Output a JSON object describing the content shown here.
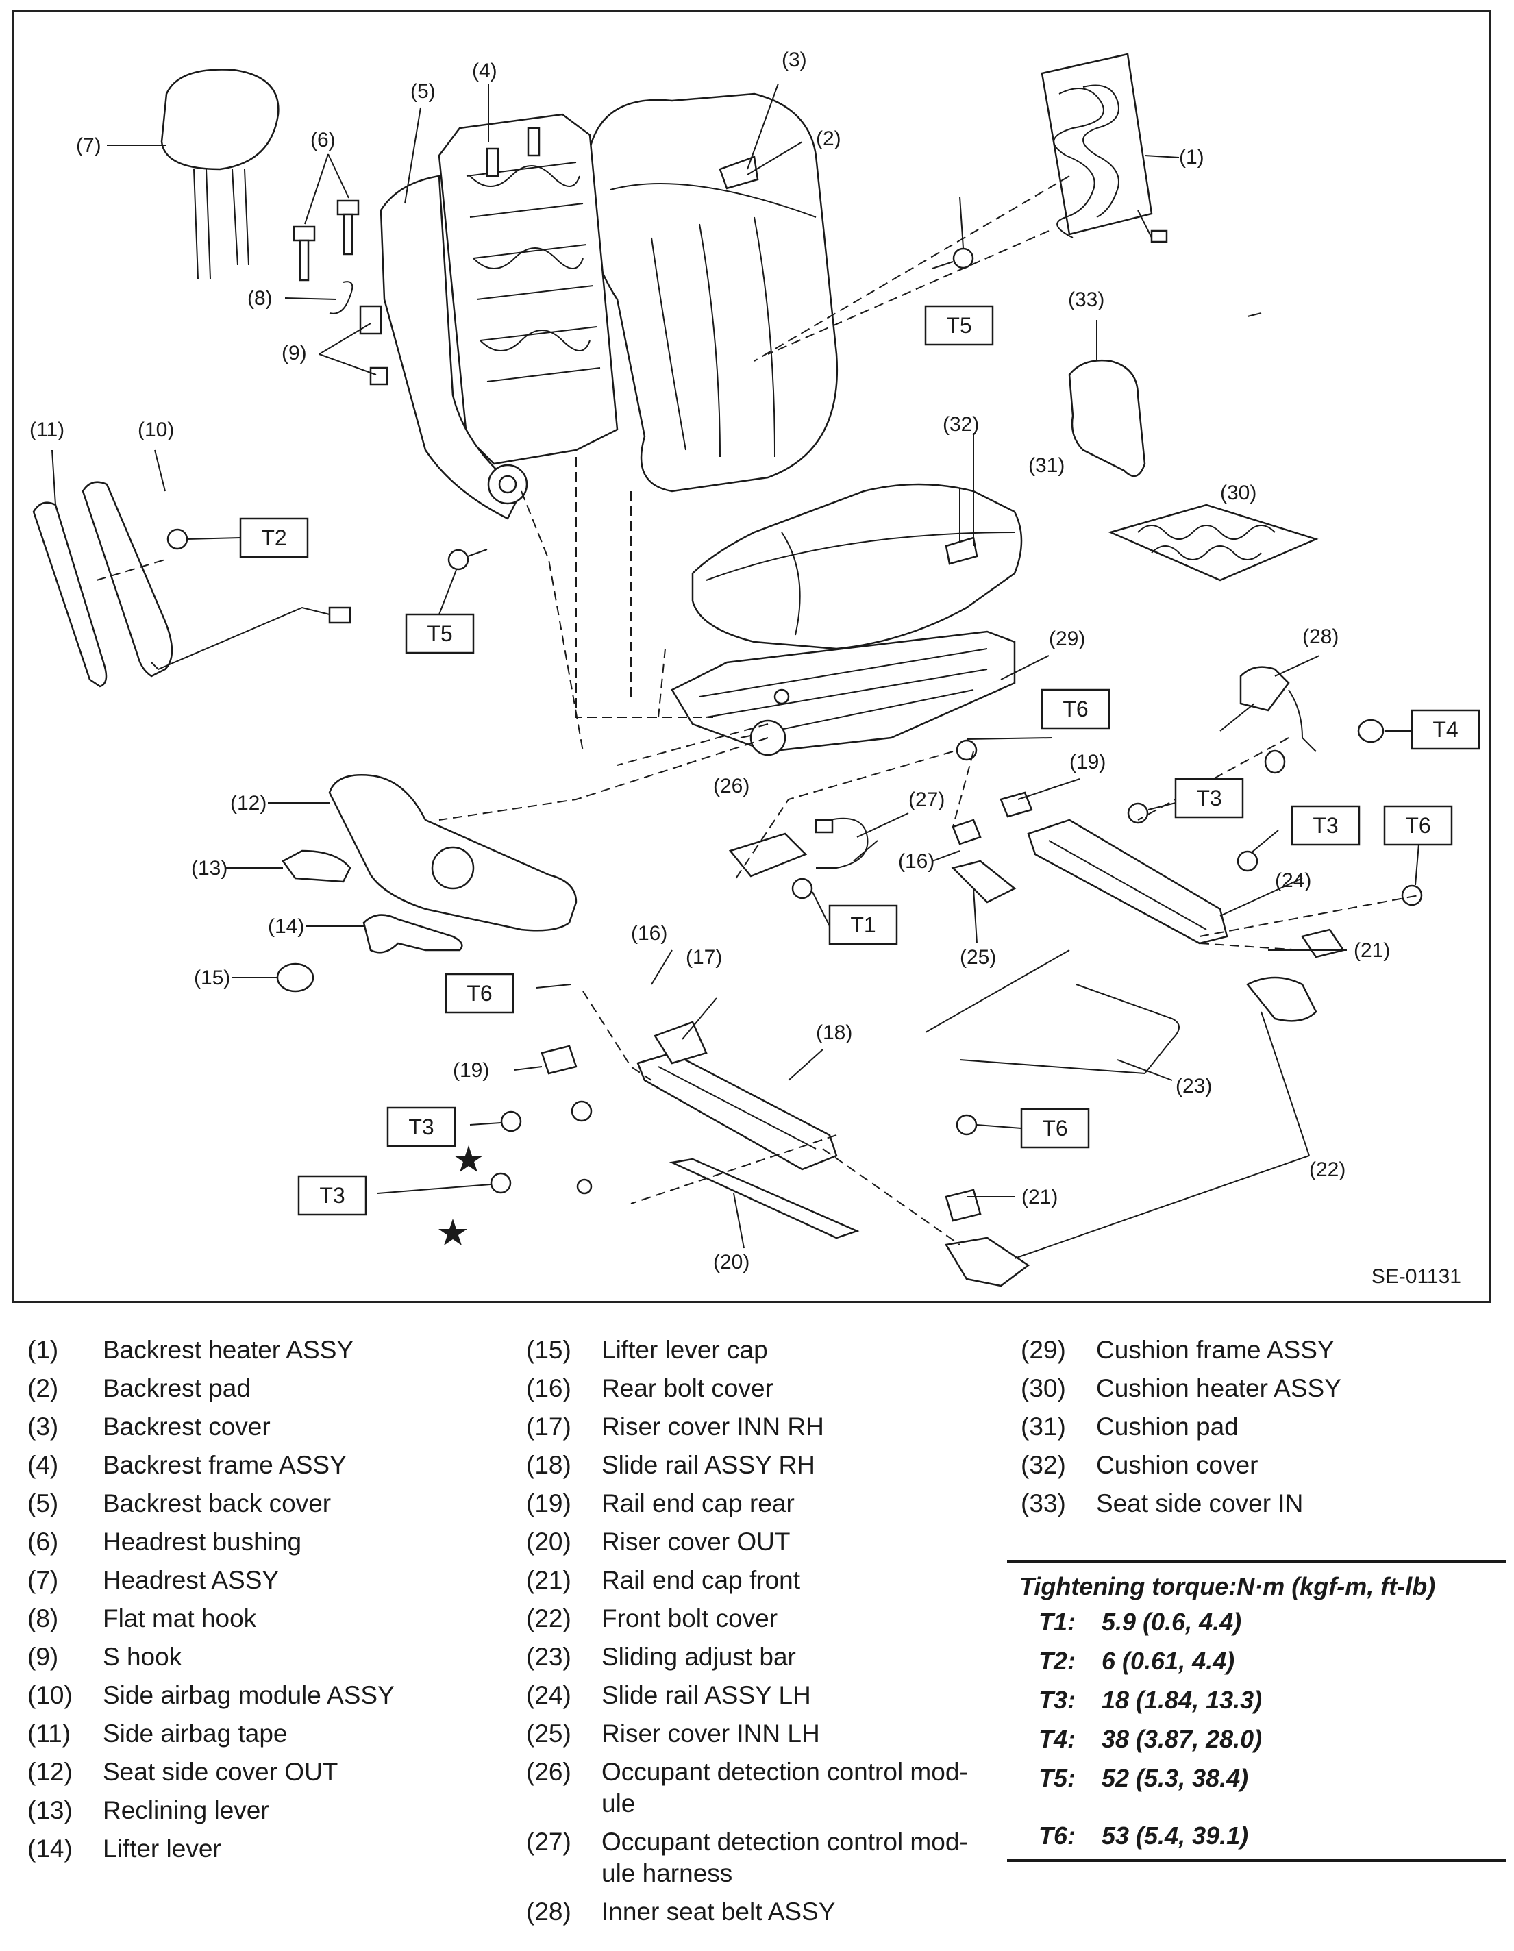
{
  "figure_code": "SE-01131",
  "callouts": [
    "(1)",
    "(2)",
    "(3)",
    "(4)",
    "(5)",
    "(6)",
    "(7)",
    "(8)",
    "(9)",
    "(10)",
    "(11)",
    "(12)",
    "(13)",
    "(14)",
    "(15)",
    "(16)",
    "(16)",
    "(17)",
    "(18)",
    "(19)",
    "(19)",
    "(20)",
    "(21)",
    "(21)",
    "(22)",
    "(23)",
    "(24)",
    "(25)",
    "(26)",
    "(27)",
    "(28)",
    "(29)",
    "(30)",
    "(31)",
    "(32)",
    "(33)"
  ],
  "torque_boxes": [
    "T5",
    "T2",
    "T5",
    "T6",
    "T4",
    "T3",
    "T3",
    "T6",
    "T1",
    "T6",
    "T3",
    "T6",
    "T3"
  ],
  "legend": {
    "col1": [
      {
        "num": "(1)",
        "name": "Backrest heater ASSY"
      },
      {
        "num": "(2)",
        "name": "Backrest pad"
      },
      {
        "num": "(3)",
        "name": "Backrest cover"
      },
      {
        "num": "(4)",
        "name": "Backrest frame ASSY"
      },
      {
        "num": "(5)",
        "name": "Backrest back cover"
      },
      {
        "num": "(6)",
        "name": "Headrest bushing"
      },
      {
        "num": "(7)",
        "name": "Headrest ASSY"
      },
      {
        "num": "(8)",
        "name": "Flat mat hook"
      },
      {
        "num": "(9)",
        "name": "S hook"
      },
      {
        "num": "(10)",
        "name": "Side airbag module ASSY"
      },
      {
        "num": "(11)",
        "name": "Side airbag tape"
      },
      {
        "num": "(12)",
        "name": "Seat side cover OUT"
      },
      {
        "num": "(13)",
        "name": "Reclining lever"
      },
      {
        "num": "(14)",
        "name": "Lifter lever"
      }
    ],
    "col2": [
      {
        "num": "(15)",
        "name": "Lifter lever cap"
      },
      {
        "num": "(16)",
        "name": "Rear bolt cover"
      },
      {
        "num": "(17)",
        "name": "Riser cover INN RH"
      },
      {
        "num": "(18)",
        "name": "Slide rail ASSY RH"
      },
      {
        "num": "(19)",
        "name": "Rail end cap rear"
      },
      {
        "num": "(20)",
        "name": "Riser cover OUT"
      },
      {
        "num": "(21)",
        "name": "Rail end cap front"
      },
      {
        "num": "(22)",
        "name": "Front bolt cover"
      },
      {
        "num": "(23)",
        "name": "Sliding adjust bar"
      },
      {
        "num": "(24)",
        "name": "Slide rail ASSY LH"
      },
      {
        "num": "(25)",
        "name": "Riser cover INN LH"
      },
      {
        "num": "(26)",
        "name": "Occupant detection control mod-ule"
      },
      {
        "num": "(27)",
        "name": "Occupant detection control mod-ule harness"
      },
      {
        "num": "(28)",
        "name": "Inner seat belt ASSY"
      }
    ],
    "col3": [
      {
        "num": "(29)",
        "name": "Cushion frame ASSY"
      },
      {
        "num": "(30)",
        "name": "Cushion heater ASSY"
      },
      {
        "num": "(31)",
        "name": "Cushion pad"
      },
      {
        "num": "(32)",
        "name": "Cushion cover"
      },
      {
        "num": "(33)",
        "name": "Seat side cover IN"
      }
    ]
  },
  "torque": {
    "title": "Tightening torque:N·m (kgf-m, ft-lb)",
    "rows": [
      {
        "code": "T1:",
        "value": "5.9 (0.6, 4.4)"
      },
      {
        "code": "T2:",
        "value": "6 (0.61, 4.4)"
      },
      {
        "code": "T3:",
        "value": "18 (1.84, 13.3)"
      },
      {
        "code": "T4:",
        "value": "38 (3.87, 28.0)"
      },
      {
        "code": "T5:",
        "value": "52 (5.3, 38.4)"
      },
      {
        "code": "T6:",
        "value": "53 (5.4, 39.1)"
      }
    ]
  }
}
